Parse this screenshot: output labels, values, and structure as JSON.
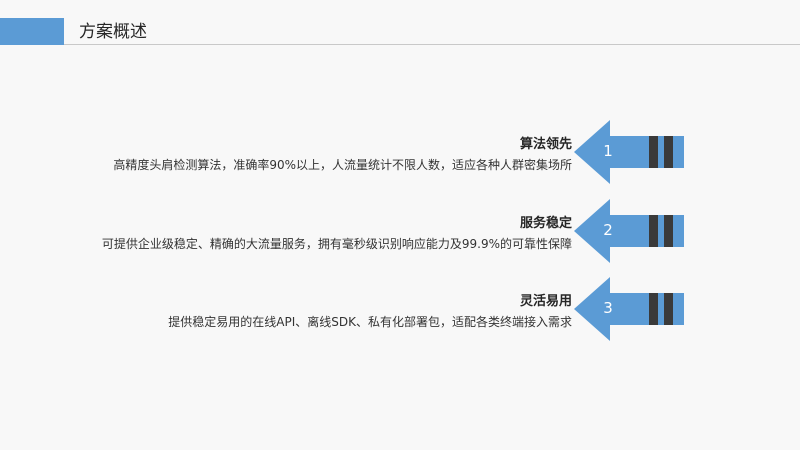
{
  "header": {
    "title": "方案概述",
    "accent_color": "#5b9bd5"
  },
  "items": [
    {
      "number": "1",
      "title": "算法领先",
      "description": "高精度头肩检测算法，准确率90%以上，人流量统计不限人数，适应各种人群密集场所",
      "icon": "left-arrow-icon"
    },
    {
      "number": "2",
      "title": "服务稳定",
      "description": "可提供企业级稳定、精确的大流量服务，拥有毫秒级识别响应能力及99.9%的可靠性保障",
      "icon": "left-arrow-icon"
    },
    {
      "number": "3",
      "title": "灵活易用",
      "description": "提供稳定易用的在线API、离线SDK、私有化部署包，适配各类终端接入需求",
      "icon": "left-arrow-icon"
    }
  ],
  "colors": {
    "arrow_fill": "#5b9bd5",
    "arrow_stripe": "#3a3a3a",
    "background": "#f8f8f8"
  }
}
